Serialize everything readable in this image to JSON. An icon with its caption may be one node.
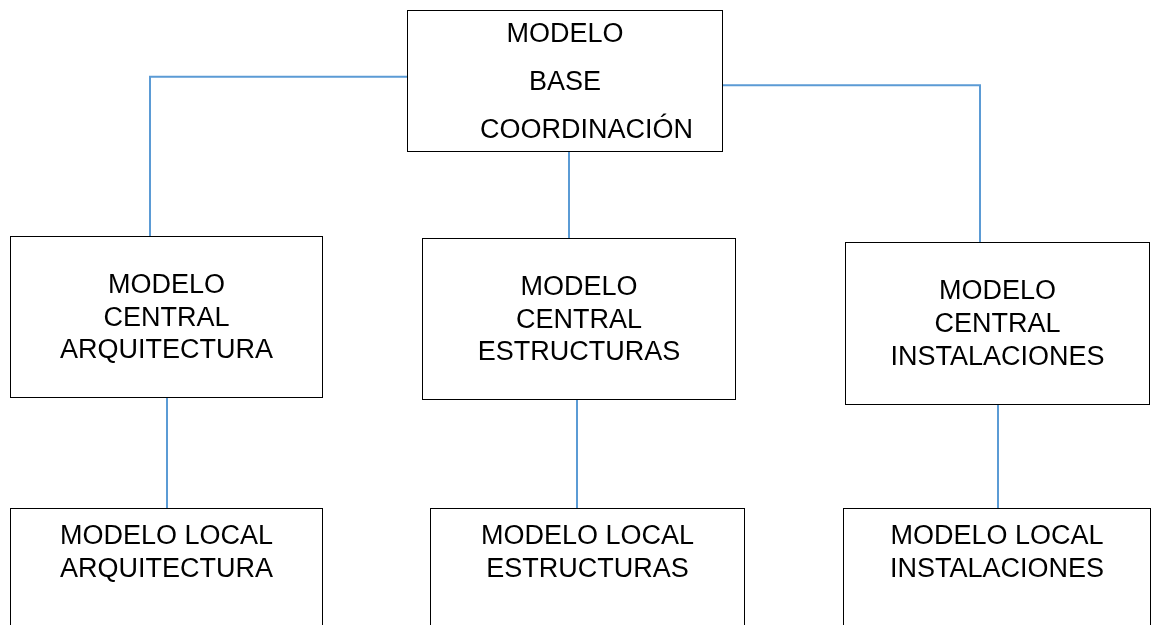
{
  "diagram": {
    "nodes": [
      {
        "text": [
          "MODELO BASE COORDINACIÓN"
        ]
      },
      {
        "text": [
          "MODELO CENTRAL ARQUITECTURA"
        ]
      },
      {
        "text": [
          "MODELO CENTRAL ESTRUCTURAS"
        ]
      },
      {
        "text": [
          "MODELO CENTRAL INSTALACIONES"
        ]
      },
      {
        "text": [
          "MODELO LOCAL ARQUITECTURA"
        ]
      },
      {
        "text": [
          "MODELO LOCAL ESTRUCTURAS"
        ]
      },
      {
        "text": [
          "MODELO LOCAL INSTALACIONES"
        ]
      }
    ],
    "edges": [
      {
        "from": 0,
        "to": 1,
        "arrow": "none"
      },
      {
        "from": 0,
        "to": 2,
        "arrow": "none"
      },
      {
        "from": 0,
        "to": 3,
        "arrow": "none"
      },
      {
        "from": 1,
        "to": 4,
        "arrow": "none"
      },
      {
        "from": 2,
        "to": 5,
        "arrow": "none"
      },
      {
        "from": 3,
        "to": 6,
        "arrow": "none"
      }
    ]
  }
}
